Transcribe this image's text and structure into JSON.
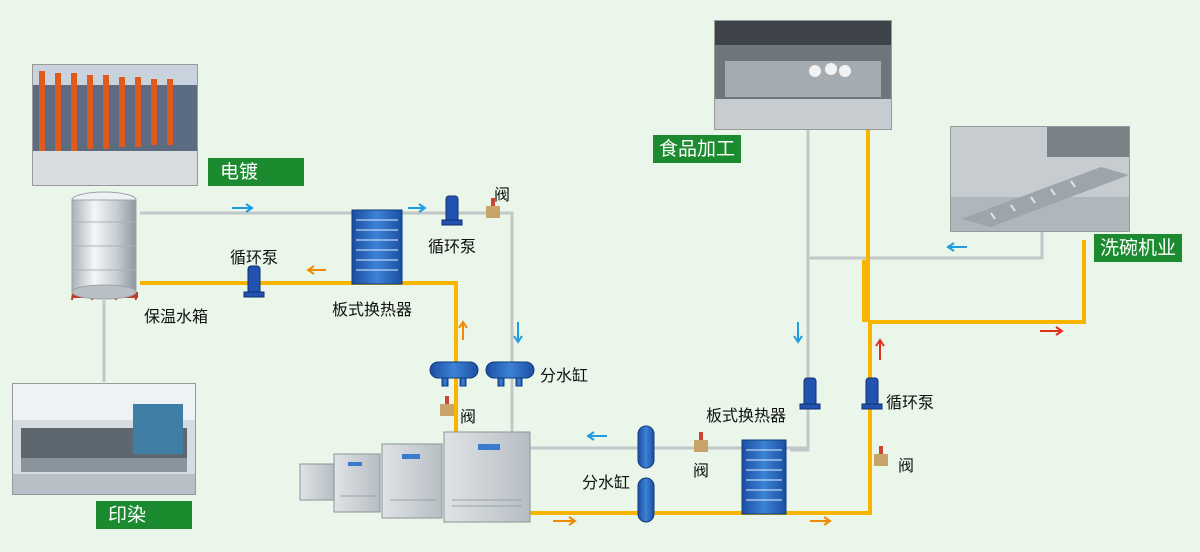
{
  "tags": {
    "electroplating": "电镀",
    "dyeing": "印染",
    "food": "食品加工",
    "dishwash": "洗碗机业"
  },
  "labels": {
    "insulated_tank": "保温水箱",
    "plate_hx_top": "板式换热器",
    "plate_hx_bottom": "板式换热器",
    "pump_tank": "循环泵",
    "pump_top": "循环泵",
    "pump_right": "循环泵",
    "valve_top": "阀",
    "valve_mid": "阀",
    "valve_bottom": "阀",
    "valve_right": "阀",
    "manifold_top": "分水缸",
    "manifold_bottom": "分水缸"
  },
  "colors": {
    "hot_pipe": "#f7b500",
    "cold_pipe": "#c8cccf",
    "tag_bg": "#1c8a2e",
    "arrow_blue": "#1f9be0",
    "arrow_orange": "#f08a00",
    "arrow_red": "#e03020",
    "background": "#e9f6e9"
  }
}
